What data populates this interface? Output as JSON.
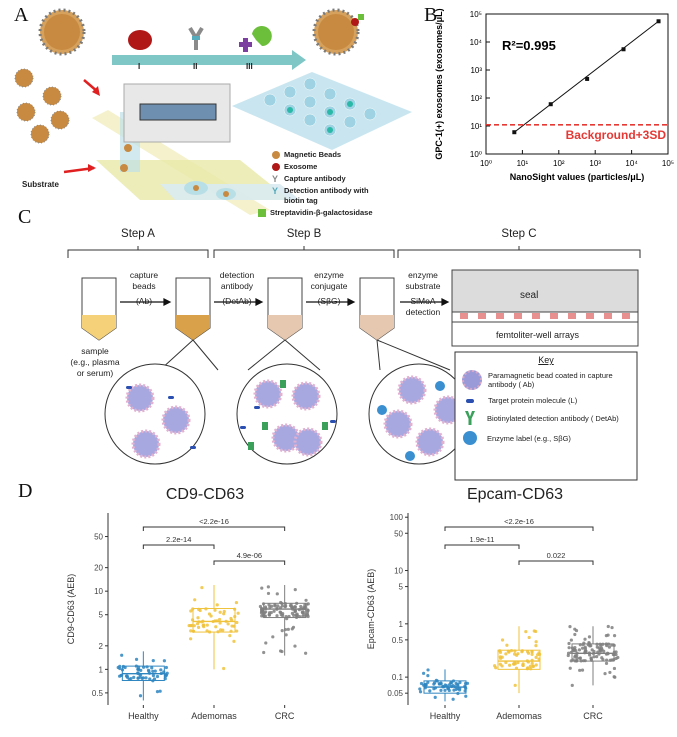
{
  "panel_labels": {
    "a": "A",
    "b": "B",
    "c": "C",
    "d": "D"
  },
  "panel_a": {
    "track_steps": [
      "I",
      "II",
      "III"
    ],
    "substrate_label": "Substrate",
    "legend": [
      {
        "icon": "magnetic-bead-icon",
        "label": "Magnetic Beads"
      },
      {
        "icon": "exosome-icon",
        "label": "Exosome"
      },
      {
        "icon": "capture-antibody-icon",
        "label": "Capture antibody"
      },
      {
        "icon": "detection-antibody-icon",
        "label": "Detection antibody with biotin tag"
      },
      {
        "icon": "streptavidin-icon",
        "label": "Streptavidin-β-galactosidase"
      }
    ],
    "colors": {
      "bead": "#d08a3a",
      "exosome": "#b01818",
      "track": "#7fc6c6",
      "array": "#c9e6f0"
    }
  },
  "chart_data": [
    {
      "id": "panel-b",
      "type": "scatter",
      "xlabel": "NanoSight values (particles/μL)",
      "ylabel": "GPC-1(+) exosomes (exosomes/μL)",
      "xscale": "log",
      "yscale": "log",
      "xlim": [
        1,
        100000
      ],
      "ylim": [
        1,
        100000
      ],
      "xticks": [
        "10⁰",
        "10¹",
        "10²",
        "10³",
        "10⁴",
        "10⁵"
      ],
      "yticks": [
        "10⁰",
        "10¹",
        "10²",
        "10³",
        "10⁴",
        "10⁵"
      ],
      "points": [
        {
          "x": 6,
          "y": 6
        },
        {
          "x": 60,
          "y": 60
        },
        {
          "x": 600,
          "y": 480
        },
        {
          "x": 6000,
          "y": 5500
        },
        {
          "x": 55000,
          "y": 55000
        }
      ],
      "r2_label": "R²=0.995",
      "threshold": {
        "y": 11,
        "label": "Background+3SD",
        "color": "#e53935"
      }
    },
    {
      "id": "panel-d-left",
      "type": "box",
      "title": "CD9-CD63",
      "ylabel": "CD9-CD63 (AEB)",
      "yscale": "log",
      "ylim": [
        0.35,
        100
      ],
      "yticks": [
        0.5,
        1,
        2,
        5,
        10,
        20,
        50
      ],
      "categories": [
        "Healthy",
        "Ademomas",
        "CRC"
      ],
      "colors": [
        "#2e86c1",
        "#f0c23b",
        "#7f7f7f"
      ],
      "boxes": [
        {
          "q1": 0.72,
          "median": 0.88,
          "q3": 1.1,
          "low": 0.4,
          "high": 1.7
        },
        {
          "q1": 3.0,
          "median": 4.1,
          "q3": 6.0,
          "low": 1.0,
          "high": 12
        },
        {
          "q1": 4.6,
          "median": 5.9,
          "q3": 7.0,
          "low": 1.5,
          "high": 12
        }
      ],
      "comparisons": [
        {
          "from": 0,
          "to": 1,
          "label": "2.2e-14"
        },
        {
          "from": 1,
          "to": 2,
          "label": "4.9e-06"
        },
        {
          "from": 0,
          "to": 2,
          "label": "<2.2e-16"
        }
      ]
    },
    {
      "id": "panel-d-right",
      "type": "box",
      "title": "Epcam-CD63",
      "ylabel": "Epcam-CD63 (AEB)",
      "yscale": "log",
      "ylim": [
        0.03,
        120
      ],
      "yticks": [
        0.05,
        0.1,
        0.5,
        1,
        5,
        10,
        50,
        100
      ],
      "categories": [
        "Healthy",
        "Ademomas",
        "CRC"
      ],
      "colors": [
        "#2e86c1",
        "#f0c23b",
        "#7f7f7f"
      ],
      "boxes": [
        {
          "q1": 0.05,
          "median": 0.065,
          "q3": 0.085,
          "low": 0.035,
          "high": 0.14
        },
        {
          "q1": 0.14,
          "median": 0.2,
          "q3": 0.32,
          "low": 0.05,
          "high": 0.9
        },
        {
          "q1": 0.2,
          "median": 0.28,
          "q3": 0.42,
          "low": 0.07,
          "high": 0.9
        }
      ],
      "comparisons": [
        {
          "from": 0,
          "to": 1,
          "label": "1.9e-11"
        },
        {
          "from": 1,
          "to": 2,
          "label": "0.022"
        },
        {
          "from": 0,
          "to": 2,
          "label": "<2.2e-16"
        }
      ]
    }
  ],
  "panel_c": {
    "steps": [
      "Step A",
      "Step B",
      "Step C"
    ],
    "arrows": [
      {
        "lines": [
          "capture",
          "beads",
          "(Ab)"
        ]
      },
      {
        "lines": [
          "detection",
          "antibody",
          "(DetAb)"
        ]
      },
      {
        "lines": [
          "enzyme",
          "conjugate",
          "(SβG)"
        ]
      },
      {
        "lines": [
          "enzyme",
          "substrate",
          "SiMoA",
          "detection"
        ]
      }
    ],
    "sample_label": [
      "sample",
      "(e.g., plasma",
      "or serum)"
    ],
    "seal_label": "seal",
    "array_label": "femtoliter-well arrays",
    "key_title": "Key",
    "key_items": [
      {
        "icon": "paramagnetic-bead-icon",
        "label": "Paramagnetic bead coated in capture antibody ( Ab)"
      },
      {
        "icon": "target-protein-icon",
        "label": "Target protein molecule (L)"
      },
      {
        "icon": "biotinylated-antibody-icon",
        "label": "Biotinylated detection antibody ( DetAb)"
      },
      {
        "icon": "enzyme-label-icon",
        "label": "Enzyme label (e.g., SβG)"
      }
    ]
  }
}
